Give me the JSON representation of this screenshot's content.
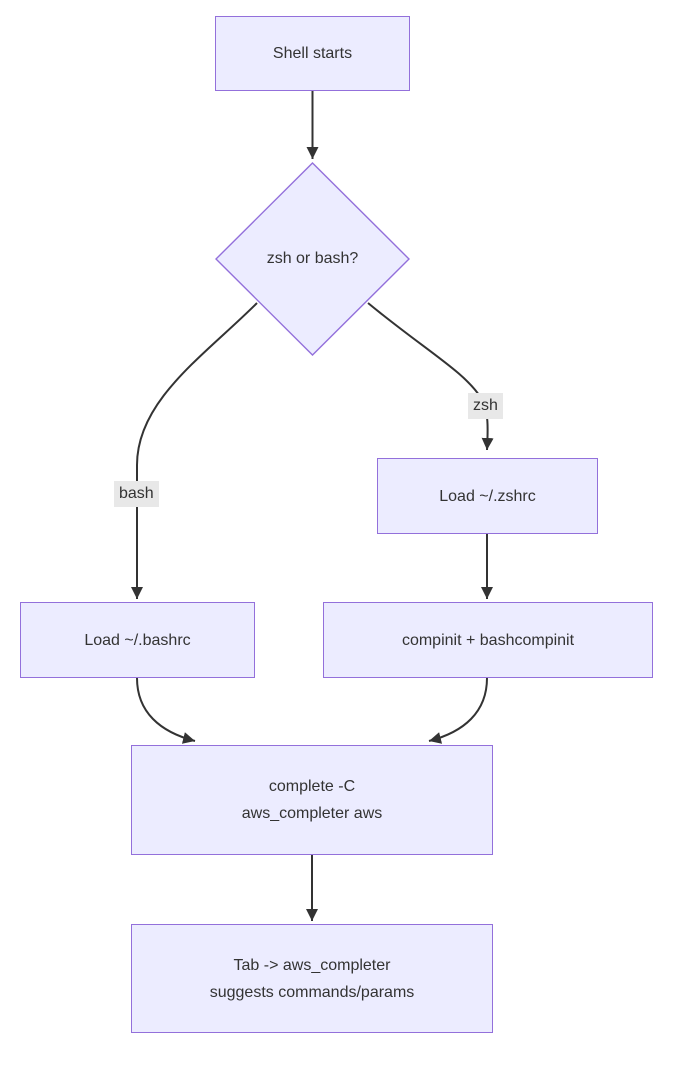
{
  "diagram": {
    "type": "flowchart",
    "direction": "top-down",
    "colors": {
      "background": "#ffffff",
      "node_fill": "#ECECFF",
      "node_border": "#9370DB",
      "edge_line": "#333333",
      "text": "#333333",
      "edge_label_bg": "#e8e8e8"
    },
    "nodes": {
      "shell": {
        "shape": "rect",
        "label": "Shell starts"
      },
      "decision": {
        "shape": "diamond",
        "label": "zsh or bash?"
      },
      "zshrc": {
        "shape": "rect",
        "label": "Load ~/.zshrc"
      },
      "bashrc": {
        "shape": "rect",
        "label": "Load ~/.bashrc"
      },
      "compinit": {
        "shape": "rect",
        "label": "compinit + bashcompinit"
      },
      "complete": {
        "shape": "rect",
        "line1": "complete -C",
        "line2": "aws_completer aws"
      },
      "tab": {
        "shape": "rect",
        "line1": "Tab -> aws_completer",
        "line2": "suggests commands/params"
      }
    },
    "edge_labels": {
      "bash": "bash",
      "zsh": "zsh"
    },
    "edges": [
      {
        "from": "shell",
        "to": "decision",
        "label": ""
      },
      {
        "from": "decision",
        "to": "bashrc",
        "label": "bash"
      },
      {
        "from": "decision",
        "to": "zshrc",
        "label": "zsh"
      },
      {
        "from": "zshrc",
        "to": "compinit",
        "label": ""
      },
      {
        "from": "bashrc",
        "to": "complete",
        "label": ""
      },
      {
        "from": "compinit",
        "to": "complete",
        "label": ""
      },
      {
        "from": "complete",
        "to": "tab",
        "label": ""
      }
    ]
  }
}
